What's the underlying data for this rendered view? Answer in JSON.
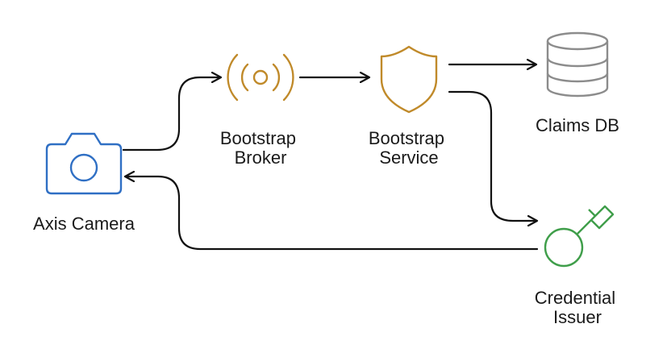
{
  "nodes": {
    "camera": {
      "label": "Axis Camera",
      "color": "#2f6fc4",
      "icon": "camera-icon"
    },
    "broker": {
      "label_line1": "Bootstrap",
      "label_line2": "Broker",
      "color": "#c08a2a",
      "icon": "broadcast-icon"
    },
    "service": {
      "label_line1": "Bootstrap",
      "label_line2": "Service",
      "color": "#c08a2a",
      "icon": "shield-icon"
    },
    "claims_db": {
      "label": "Claims DB",
      "color": "#8c8c8c",
      "icon": "database-icon"
    },
    "issuer": {
      "label_line1": "Credential",
      "label_line2": "Issuer",
      "color": "#3f9e4a",
      "icon": "key-icon"
    }
  },
  "edges": [
    {
      "from": "camera",
      "to": "broker"
    },
    {
      "from": "broker",
      "to": "service"
    },
    {
      "from": "service",
      "to": "claims_db"
    },
    {
      "from": "service",
      "to": "issuer"
    },
    {
      "from": "issuer",
      "to": "camera"
    }
  ],
  "edge_color": "#111111"
}
